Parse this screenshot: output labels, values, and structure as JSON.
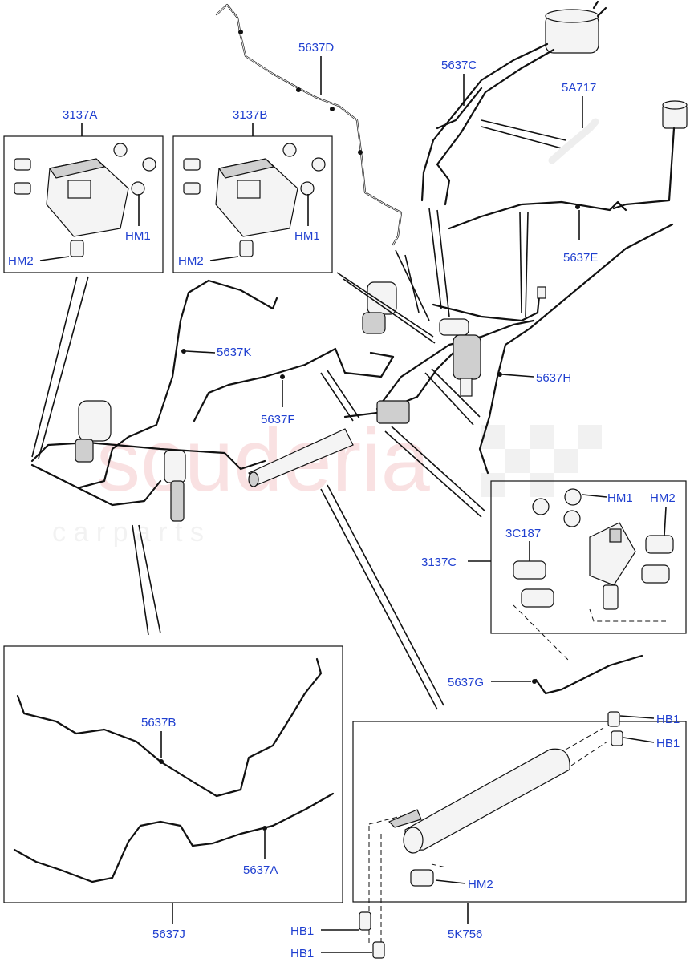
{
  "watermark": {
    "brand": "scuderia",
    "tagline": "c a r   p a r t s"
  },
  "callouts": {
    "c5637D": "5637D",
    "c5637C": "5637C",
    "c5A717": "5A717",
    "c3137A": "3137A",
    "c3137B": "3137B",
    "c3137A_HM1": "HM1",
    "c3137A_HM2": "HM2",
    "c3137B_HM1": "HM1",
    "c3137B_HM2": "HM2",
    "c5637E": "5637E",
    "c5637K": "5637K",
    "c5637F": "5637F",
    "c5637H": "5637H",
    "c3137C": "3137C",
    "c3137C_HM1": "HM1",
    "c3137C_HM2": "HM2",
    "c3C187": "3C187",
    "c5637G": "5637G",
    "c5637B": "5637B",
    "c5637A": "5637A",
    "c5637J": "5637J",
    "c5K756": "5K756",
    "c5K756_HB1a": "HB1",
    "c5K756_HB1b": "HB1",
    "c5K756_HM2": "HM2",
    "cHB1_bottom1": "HB1",
    "cHB1_bottom2": "HB1"
  },
  "colors": {
    "callout": "#1f3fd0",
    "watermark": "#f5c9cc",
    "line": "#111111"
  }
}
